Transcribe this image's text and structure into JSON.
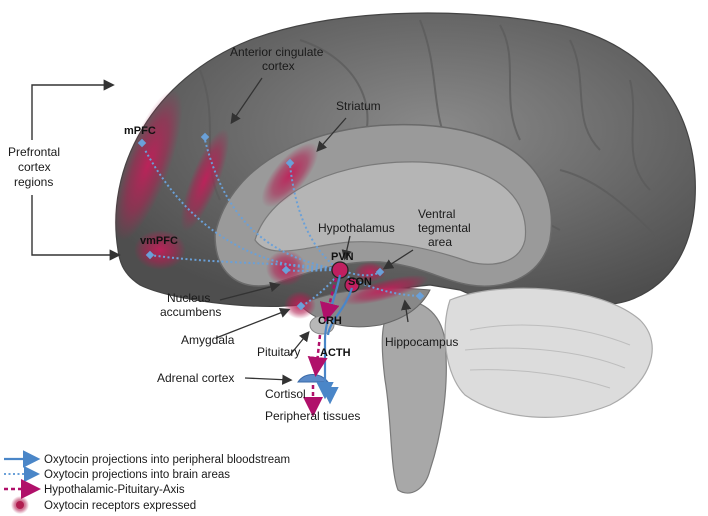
{
  "labels": {
    "anterior_cingulate_1": "Anterior cingulate",
    "anterior_cingulate_2": "cortex",
    "striatum": "Striatum",
    "prefrontal_1": "Prefrontal",
    "prefrontal_2": "cortex",
    "prefrontal_3": "regions",
    "mpfc": "mPFC",
    "vmpfc": "vmPFC",
    "hypothalamus": "Hypothalamus",
    "vta_1": "Ventral",
    "vta_2": "tegmental",
    "vta_3": "area",
    "pvn": "PVN",
    "son": "SON",
    "nucleus_accumbens_1": "Nucleus",
    "nucleus_accumbens_2": "accumbens",
    "crh": "CRH",
    "amygdala": "Amygdala",
    "pituitary": "Pituitary",
    "acth": "ACTH",
    "hippocampus": "Hippocampus",
    "adrenal_cortex": "Adrenal cortex",
    "cortisol": "Cortisol",
    "peripheral_tissues": "Peripheral tissues"
  },
  "legend": [
    {
      "text": "Oxytocin projections into peripheral bloodstream"
    },
    {
      "text": "Oxytocin projections into brain areas"
    },
    {
      "text": "Hypothalamic-Pituitary-Axis"
    },
    {
      "text": "Oxytocin receptors expressed"
    }
  ],
  "colors": {
    "brain_outer": "#6b6b6b",
    "brain_inner": "#8c8c8c",
    "receptor": "#b01e50",
    "projection_blood": "#4a86c8",
    "projection_brain": "#6aa0d8",
    "hpa": "#b0106a"
  }
}
